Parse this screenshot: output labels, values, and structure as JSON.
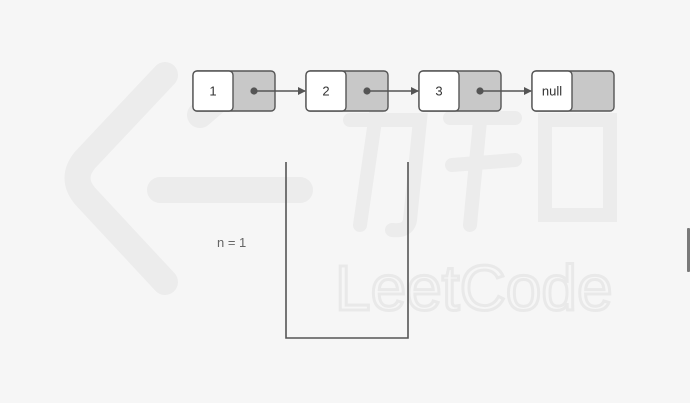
{
  "watermark": {
    "text": "LeetCode",
    "glyph": "力扣",
    "icon": "leetcode-logo-icon"
  },
  "list": {
    "nodes": [
      {
        "label": "1"
      },
      {
        "label": "2"
      },
      {
        "label": "3"
      },
      {
        "label": "null"
      }
    ],
    "arrow_color": "#555555"
  },
  "counter": {
    "text": "n = 1"
  },
  "stack": {
    "items": []
  },
  "colors": {
    "node_value_fill": "#ffffff",
    "node_pointer_fill": "#c8c8c8",
    "node_stroke": "#555555",
    "stack_stroke": "#555555"
  }
}
